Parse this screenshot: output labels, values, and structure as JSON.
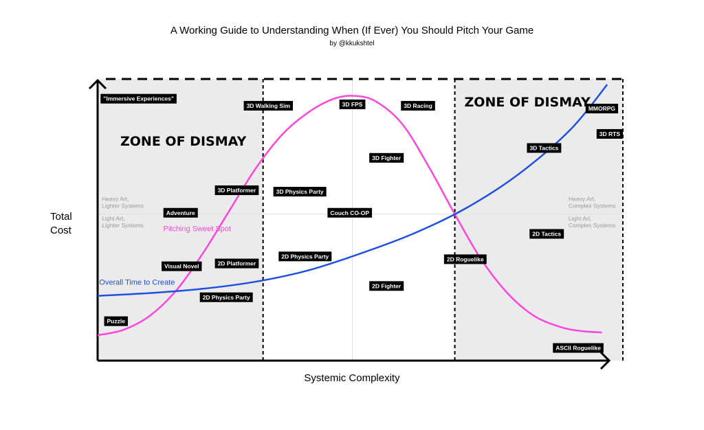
{
  "title": "A Working Guide to Understanding When (If Ever) You Should Pitch Your Game",
  "subtitle": "by @kkukshtel",
  "colors": {
    "pitch_curve": "#ff44dd",
    "time_curve": "#1f4fe0",
    "zone_fill": "#ebebeb",
    "tag_bg": "#000000",
    "band_text": "#9a9a9a"
  },
  "chart_data": {
    "type": "line",
    "title": "A Working Guide to Understanding When (If Ever) You Should Pitch Your Game",
    "subtitle": "by @kkukshtel",
    "xlabel": "Systemic Complexity",
    "ylabel": "Total Cost",
    "xlim": [
      0,
      100
    ],
    "ylim": [
      0,
      100
    ],
    "grid": false,
    "zones": [
      {
        "label": "ZONE OF DISMAY",
        "x_start": 0,
        "x_end": 31.5
      },
      {
        "label": "ZONE OF DISMAY",
        "x_start": 68,
        "x_end": 100
      }
    ],
    "midlines": {
      "x": 48.5,
      "y": 52
    },
    "band_labels": [
      {
        "text": "Heavy Art, Lighter Systems",
        "lines": [
          "Heavy Art,",
          "Lighter Systems"
        ],
        "x": 0.8,
        "y": 55,
        "side": "left"
      },
      {
        "text": "Light Art, Lighter Systems",
        "lines": [
          "Light Art,",
          "Lighter Systems"
        ],
        "x": 0.8,
        "y": 48,
        "side": "left"
      },
      {
        "text": "Heavy Art, Complex Systems",
        "lines": [
          "Heavy Art,",
          "Complex Systems"
        ],
        "x": 98,
        "y": 55,
        "side": "right"
      },
      {
        "text": "Light Art, Complex Systems",
        "lines": [
          "Light Art,",
          "Complex Systems"
        ],
        "x": 98,
        "y": 48,
        "side": "right"
      }
    ],
    "series": [
      {
        "name": "Pitching Sweet Spot",
        "color": "#ff44dd",
        "x": [
          0,
          5,
          10,
          15,
          20,
          25,
          30,
          35,
          40,
          45,
          49,
          53,
          58,
          63,
          68,
          73,
          78,
          83,
          88,
          92,
          96
        ],
        "y": [
          9,
          11,
          16,
          25,
          38,
          53,
          68,
          80,
          88,
          93,
          94,
          92,
          84,
          69,
          52,
          36,
          24,
          16,
          12,
          10.5,
          10
        ]
      },
      {
        "name": "Overall Time to Create",
        "color": "#1f4fe0",
        "x": [
          0,
          10,
          20,
          30,
          40,
          50,
          60,
          70,
          80,
          90,
          97
        ],
        "y": [
          23,
          24,
          25.5,
          28,
          32,
          38,
          45,
          54,
          66,
          82,
          98
        ]
      }
    ],
    "series_labels": [
      {
        "series": "Pitching Sweet Spot",
        "text": "Pitching Sweet Spot",
        "x": 12.5,
        "y": 46
      },
      {
        "series": "Overall Time to Create",
        "text": "Overall Time to Create",
        "x": 0.3,
        "y": 27
      }
    ],
    "annotations": [
      {
        "text": "\"Immersive Experiences\"",
        "x": 7.8,
        "y": 93
      },
      {
        "text": "3D Walking Sim",
        "x": 32.5,
        "y": 90.5
      },
      {
        "text": "3D FPS",
        "x": 48.5,
        "y": 91
      },
      {
        "text": "3D Racing",
        "x": 61,
        "y": 90.5
      },
      {
        "text": "MMORPG",
        "x": 96,
        "y": 89.5
      },
      {
        "text": "3D RTS",
        "x": 97.5,
        "y": 80.5
      },
      {
        "text": "3D Tactics",
        "x": 85,
        "y": 75.5
      },
      {
        "text": "3D Fighter",
        "x": 55,
        "y": 72
      },
      {
        "text": "3D Platformer",
        "x": 26.5,
        "y": 60.5
      },
      {
        "text": "3D Physics Party",
        "x": 38.5,
        "y": 60
      },
      {
        "text": "Adventure",
        "x": 15.8,
        "y": 52.5
      },
      {
        "text": "Couch CO-OP",
        "x": 48,
        "y": 52.5
      },
      {
        "text": "2D Tactics",
        "x": 85.5,
        "y": 45
      },
      {
        "text": "Visual Novel",
        "x": 16,
        "y": 33.5
      },
      {
        "text": "2D Platformer",
        "x": 26.5,
        "y": 34.5
      },
      {
        "text": "2D Physics Party",
        "x": 39.5,
        "y": 37
      },
      {
        "text": "2D Roguelike",
        "x": 70,
        "y": 36
      },
      {
        "text": "2D Fighter",
        "x": 55,
        "y": 26.5
      },
      {
        "text": "2D Physics Party",
        "x": 24.5,
        "y": 22.5
      },
      {
        "text": "Puzzle",
        "x": 3.5,
        "y": 14
      },
      {
        "text": "ASCII Roguelike",
        "x": 91.5,
        "y": 4.5
      }
    ]
  }
}
